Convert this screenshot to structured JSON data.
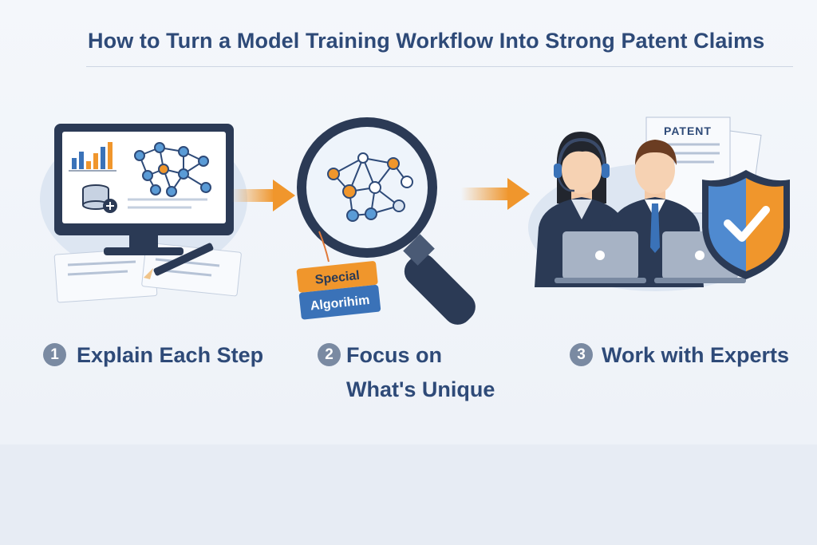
{
  "title": "How to Turn a Model Training Workflow Into Strong Patent Claims",
  "steps": [
    {
      "number": "1",
      "label": "Explain Each Step",
      "icon": "workstation-icon"
    },
    {
      "number": "2",
      "label_line1": "Focus on",
      "label_line2": "What's Unique",
      "icon": "magnifier-icon",
      "tag_line1": "Special",
      "tag_line2": "Algorihim"
    },
    {
      "number": "3",
      "label": "Work with Experts",
      "icon": "experts-icon",
      "document_label": "PATENT"
    }
  ],
  "colors": {
    "title": "#2e4a78",
    "accent_orange": "#f0962c",
    "accent_blue": "#3a72b8",
    "number_badge": "#7a8aa2"
  }
}
